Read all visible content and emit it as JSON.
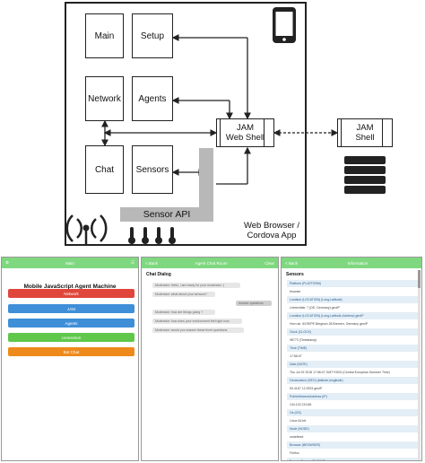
{
  "diagram": {
    "modules": [
      "Main",
      "Setup",
      "Network",
      "Agents",
      "Chat",
      "Sensors"
    ],
    "local_shell": [
      "JAM",
      "Web Shell"
    ],
    "remote_shell": [
      "JAM",
      "Shell"
    ],
    "sensor_api": "Sensor API",
    "browser_label": [
      "Web Browser /",
      "Cordova App"
    ]
  },
  "screens": {
    "main": {
      "bar_title": "Main",
      "heading": "Mobile JavaScript Agent Machine",
      "buttons": [
        {
          "label": "Network",
          "color": "#e0463c"
        },
        {
          "label": "JAM",
          "color": "#3f8fd8"
        },
        {
          "label": "Agents",
          "color": "#3f8fd8"
        },
        {
          "label": "connection",
          "color": "#5fc84a"
        },
        {
          "label": "Bot Chat",
          "color": "#ee8a1c"
        }
      ]
    },
    "chat": {
      "back": "< Back",
      "bar_title": "Agent Chat Room",
      "bar_right": "Clear",
      "heading": "Chat Dialog",
      "messages": [
        {
          "text": "Moderator: Hello, i am ready for your moderator :)",
          "side": "l"
        },
        {
          "text": "Moderator: what about your sensors?",
          "side": "l"
        },
        {
          "text": "Answer questions",
          "side": "r"
        },
        {
          "text": "Moderator: how are things going ?",
          "side": "l"
        },
        {
          "text": "Moderator: how does your environment feel right now",
          "side": "l"
        },
        {
          "text": "Moderator: would you answer these three questions",
          "side": "l"
        }
      ]
    },
    "sensors": {
      "back": "< Back",
      "bar_title": "Information",
      "heading": "Sensors",
      "rows": [
        {
          "text": "Platform (PLATFORM)",
          "k": true
        },
        {
          "text": "browser",
          "k": false
        },
        {
          "text": "Location (LOCATION) (Long,Latitude)",
          "k": true
        },
        {
          "text": "Lebrechtstr. 7 (DE, Germany) geoIP",
          "k": false
        },
        {
          "text": "Location (LOCATION) (Long,Latitude,Address) geoIP",
          "k": true
        },
        {
          "text": "Horn str. 5/GR/PE Bergisch 28 Bremen, Germany geoIP",
          "k": false
        },
        {
          "text": "Clock (CLOCK)",
          "k": true
        },
        {
          "text": "98773 (Timestamp)",
          "k": false
        },
        {
          "text": "Time (TIME)",
          "k": true
        },
        {
          "text": "17:56:07",
          "k": false
        },
        {
          "text": "Date (DATE)",
          "k": true
        },
        {
          "text": "Thu Jul 19 2018 17:56:07 GMT+0200 (Central European Summer Time)",
          "k": false
        },
        {
          "text": "Geolocation (GEO) (latitude,longitude)",
          "k": true
        },
        {
          "text": "53.4167 12.3333 geoIP",
          "k": false
        },
        {
          "text": "PublicNetworkAddress (IP)",
          "k": true
        },
        {
          "text": "134.102.219.86",
          "k": false
        },
        {
          "text": "Os (OS)",
          "k": true
        },
        {
          "text": "Linux 64-bit",
          "k": false
        },
        {
          "text": "Node (NODE)",
          "k": true
        },
        {
          "text": "undefined",
          "k": false
        },
        {
          "text": "Browser (BROWSER)",
          "k": true
        },
        {
          "text": "Firefox",
          "k": false
        },
        {
          "text": "BrowserEngine (ENGINE)",
          "k": true
        }
      ]
    }
  }
}
